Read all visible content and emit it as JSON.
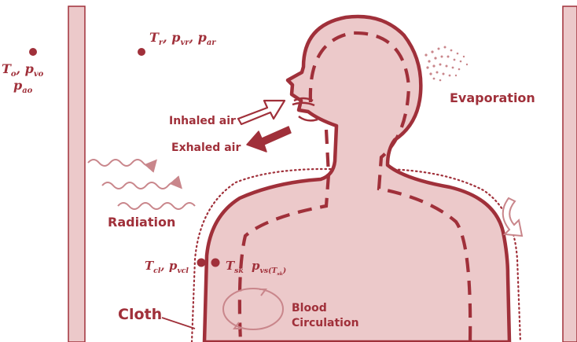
{
  "colors": {
    "accent": "#a0303a",
    "body_fill": "#ecc9ca",
    "wall_fill": "#ecc9ca",
    "label": "#a0303a"
  },
  "labels": {
    "outdoor": {
      "T": "T",
      "T_sub": "o",
      "pv": "p",
      "pv_sub": "vo",
      "pa": "p",
      "pa_sub": "ao"
    },
    "indoor": {
      "T": "T",
      "T_sub": "r",
      "pv": "p",
      "pv_sub": "vr",
      "pa": "p",
      "pa_sub": "ar"
    },
    "clothing": {
      "T": "T",
      "T_sub": "cl",
      "pv": "p",
      "pv_sub": "vcl"
    },
    "skin": {
      "T": "T",
      "T_sub": "sk",
      "pv": "p",
      "pv_sub": "vs(T",
      "pv_sub2": "sk",
      "pv_close": ")"
    },
    "inhaled_air": "Inhaled air",
    "exhaled_air": "Exhaled air",
    "evaporation": "Evaporation",
    "radiation": "Radiation",
    "cloth": "Cloth",
    "blood_line1": "Blood",
    "blood_line2": "Circulation"
  },
  "separators": {
    "comma": ","
  },
  "icons": {
    "left_wall": "wall-panel",
    "right_wall": "wall-panel",
    "human_body": "human-silhouette",
    "inhale_arrow": "hollow-arrow-right",
    "exhale_arrow": "solid-arrow-left",
    "radiation_waves": "wavy-arrows",
    "convection": "curved-arrow",
    "blood_cycle": "circular-arrows",
    "evaporation_spray": "dot-spray"
  }
}
